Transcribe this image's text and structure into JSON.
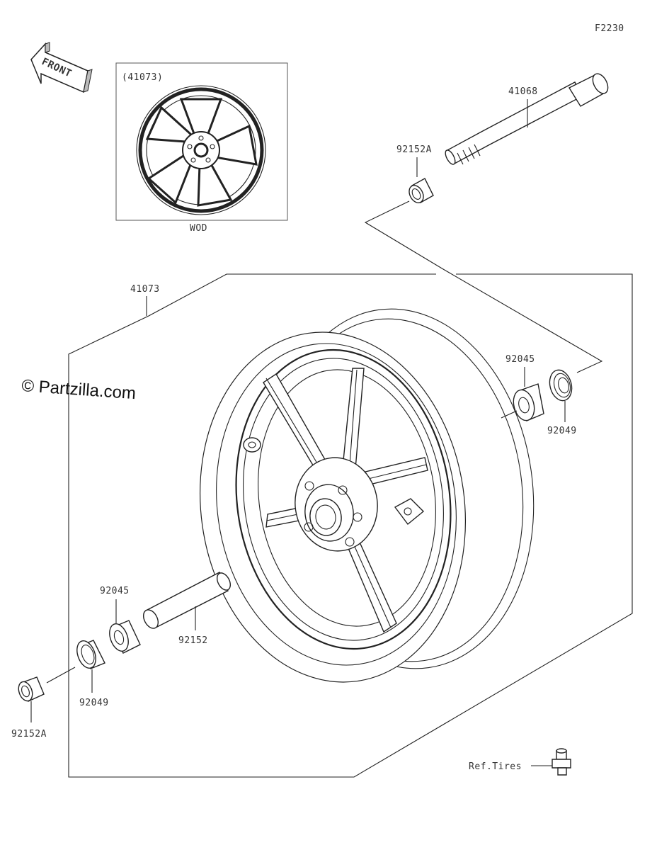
{
  "diagram_id": "F2230",
  "watermark": "© Partzilla.com",
  "front_arrow_label": "FRONT",
  "inset": {
    "part_label": "(41073)",
    "caption": "WOD"
  },
  "labels": {
    "wheel": "41073",
    "axle": "41068",
    "collar_top": "92152A",
    "bearing_right": "92045",
    "seal_right": "92049",
    "spacer": "92152",
    "bearing_left": "92045",
    "seal_left": "92049",
    "collar_left": "92152A",
    "ref_tires": "Ref.Tires"
  },
  "colors": {
    "line": "#222222",
    "label": "#333333",
    "background": "#ffffff"
  }
}
